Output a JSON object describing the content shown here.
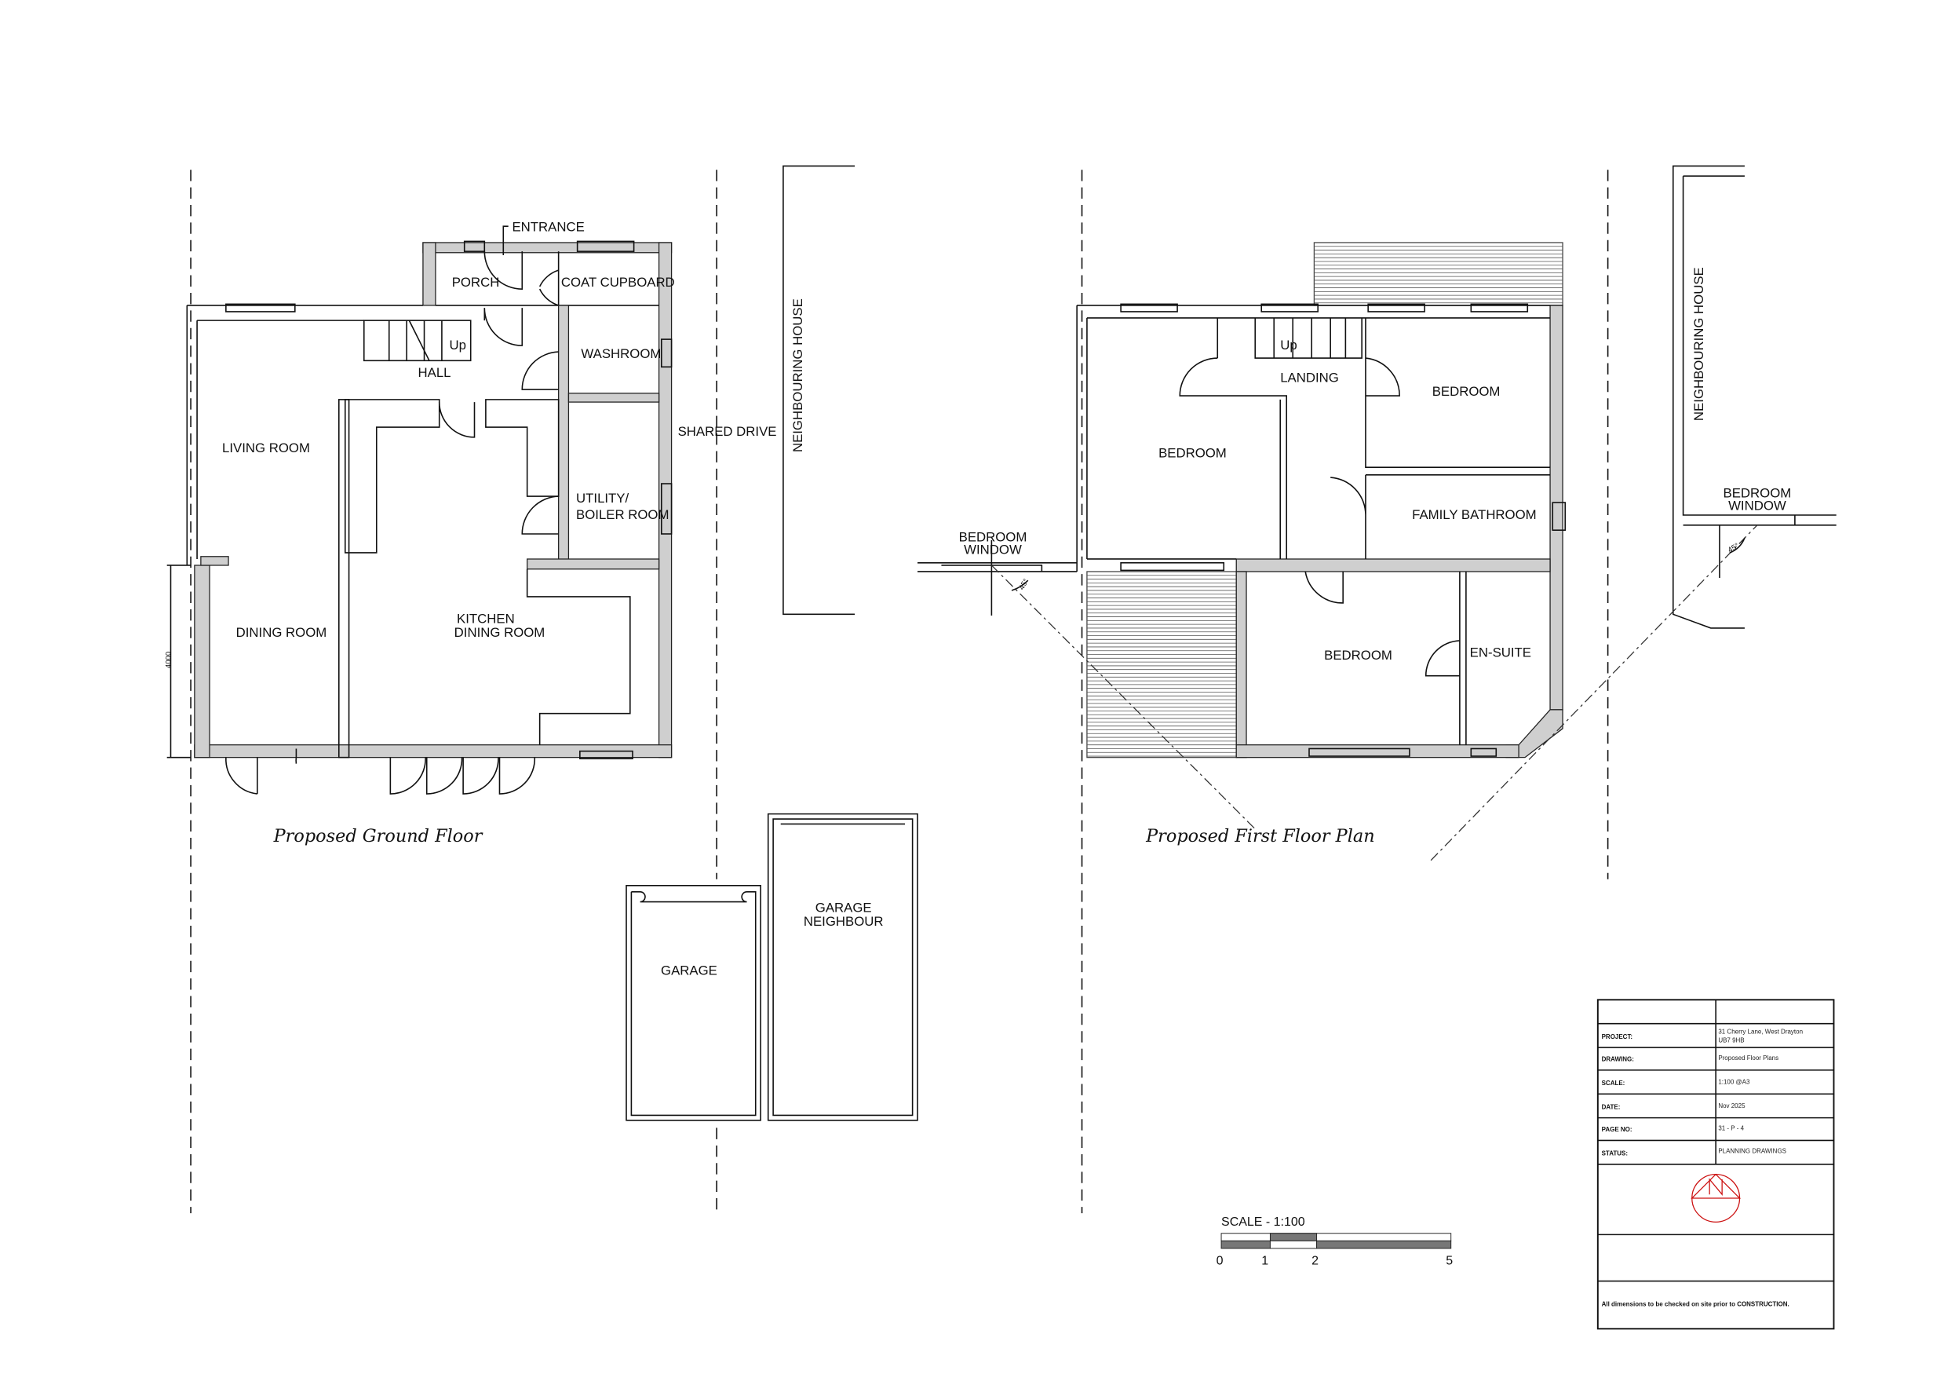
{
  "ground_floor": {
    "caption": "Proposed Ground Floor",
    "rooms": {
      "entrance": "ENTRANCE",
      "porch": "PORCH",
      "coat_cupboard": "COAT CUPBOARD",
      "hall": "HALL",
      "washroom": "WASHROOM",
      "living_room": "LIVING ROOM",
      "utility_1": "UTILITY/",
      "utility_2": "BOILER ROOM",
      "dining_room": "DINING ROOM",
      "kitchen_1": "KITCHEN",
      "kitchen_2": "DINING ROOM",
      "stairs_up": "Up"
    },
    "dimension": "4000",
    "shared_drive": "SHARED DRIVE",
    "neighbouring_house": "NEIGHBOURING HOUSE",
    "garage": "GARAGE",
    "garage_neighbour_1": "GARAGE",
    "garage_neighbour_2": "NEIGHBOUR"
  },
  "first_floor": {
    "caption": "Proposed First Floor Plan",
    "rooms": {
      "landing": "LANDING",
      "bedroom_1": "BEDROOM",
      "bedroom_2": "BEDROOM",
      "bedroom_3": "BEDROOM",
      "family_bathroom": "FAMILY BATHROOM",
      "en_suite": "EN-SUITE",
      "stairs_up": "Up"
    },
    "bedroom_window_left_1": "BEDROOM",
    "bedroom_window_left_2": "WINDOW",
    "bedroom_window_right_1": "BEDROOM",
    "bedroom_window_right_2": "WINDOW",
    "angle": "45°",
    "neighbouring_house": "NEIGHBOURING HOUSE"
  },
  "scale_bar": {
    "title": "SCALE - 1:100",
    "ticks": [
      "0",
      "1",
      "2",
      "5"
    ]
  },
  "title_block": {
    "rows": [
      {
        "key": "PROJECT:",
        "value_1": "31 Cherry Lane, West Drayton",
        "value_2": "UB7 9HB"
      },
      {
        "key": "DRAWING:",
        "value_1": "Proposed Floor Plans"
      },
      {
        "key": "SCALE:",
        "value_1": "1:100  @A3"
      },
      {
        "key": "DATE:",
        "value_1": "Nov 2025"
      },
      {
        "key": "PAGE NO:",
        "value_1": "31 - P - 4"
      },
      {
        "key": "STATUS:",
        "value_1": "PLANNING DRAWINGS"
      }
    ],
    "north_logo_letter": "N",
    "north_logo_color": "#cc1111",
    "note": "All dimensions to be checked on site prior to CONSTRUCTION."
  }
}
